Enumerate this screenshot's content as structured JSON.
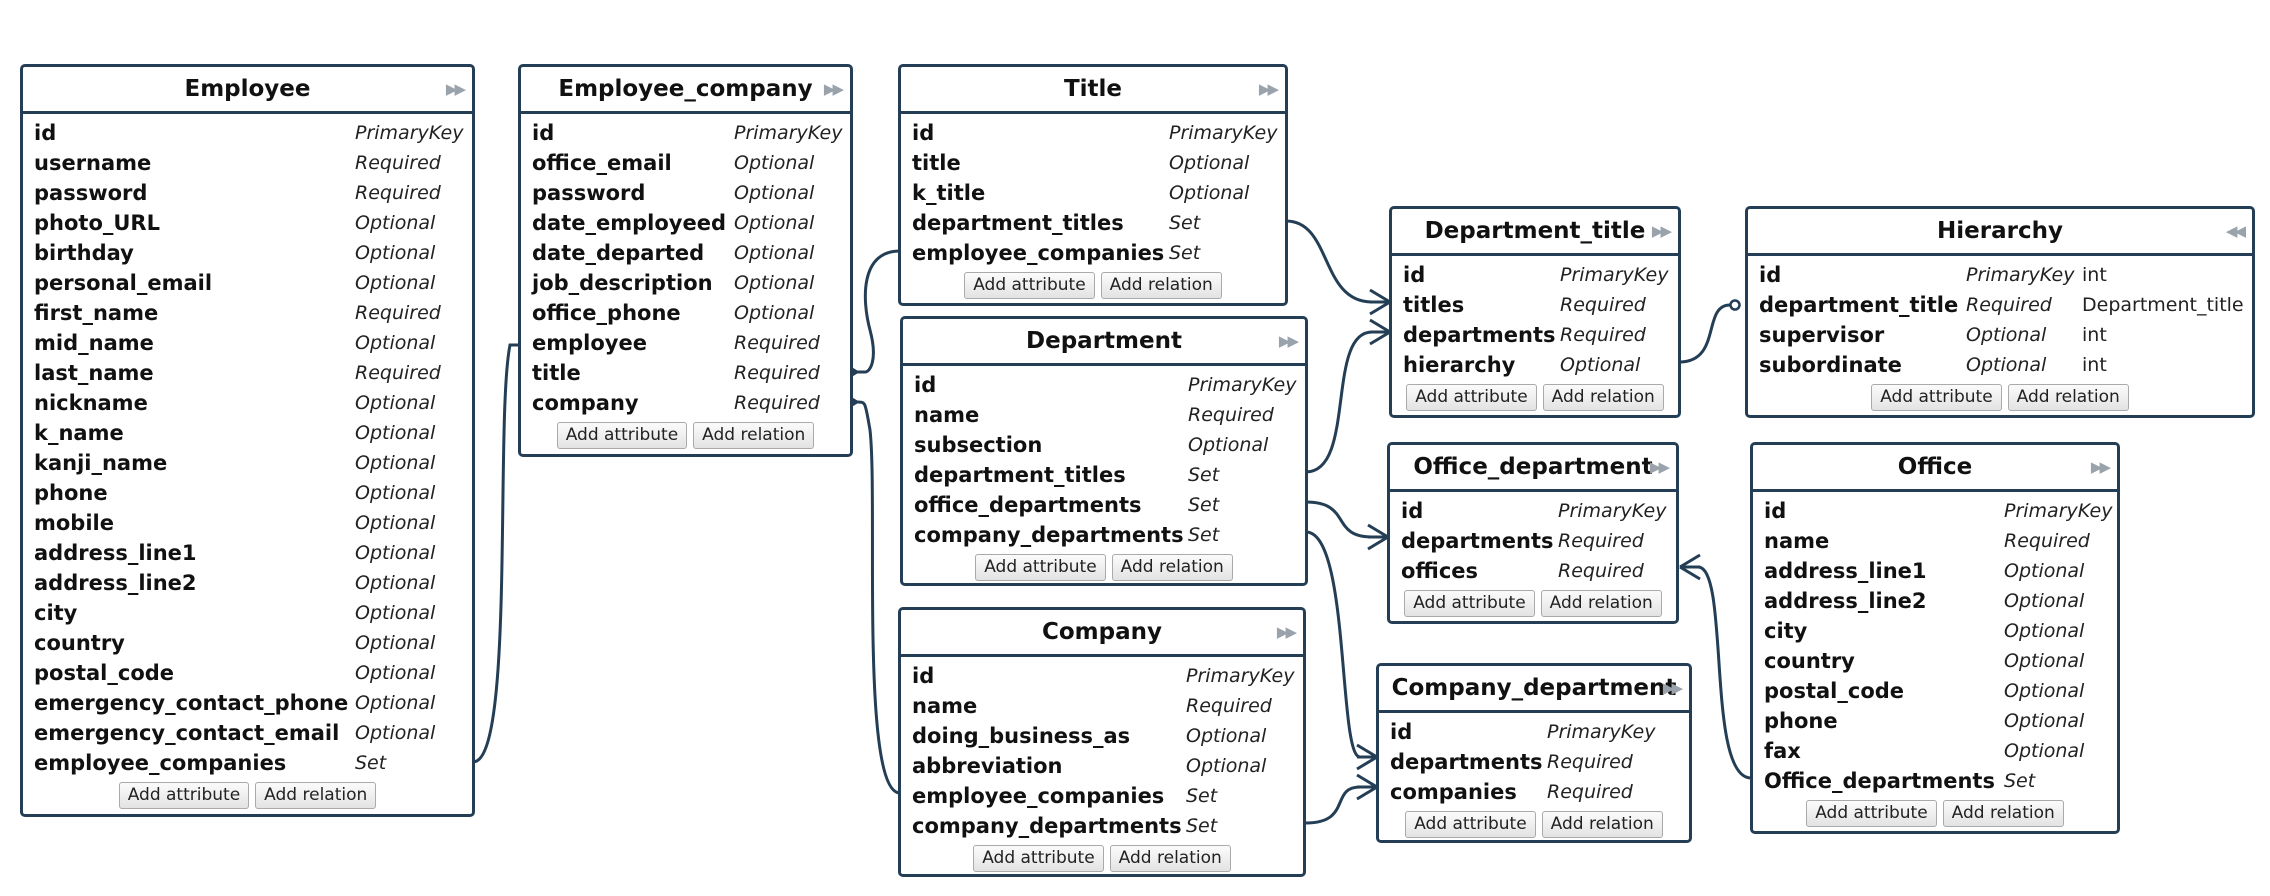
{
  "entities": {
    "employee": {
      "name": "Employee",
      "collapse_icon": "collapse-right-icon",
      "attributes": [
        {
          "name": "id",
          "type": "PrimaryKey"
        },
        {
          "name": "username",
          "type": "Required"
        },
        {
          "name": "password",
          "type": "Required"
        },
        {
          "name": "photo_URL",
          "type": "Optional"
        },
        {
          "name": "birthday",
          "type": "Optional"
        },
        {
          "name": "personal_email",
          "type": "Optional"
        },
        {
          "name": "first_name",
          "type": "Required"
        },
        {
          "name": "mid_name",
          "type": "Optional"
        },
        {
          "name": "last_name",
          "type": "Required"
        },
        {
          "name": "nickname",
          "type": "Optional"
        },
        {
          "name": "k_name",
          "type": "Optional"
        },
        {
          "name": "kanji_name",
          "type": "Optional"
        },
        {
          "name": "phone",
          "type": "Optional"
        },
        {
          "name": "mobile",
          "type": "Optional"
        },
        {
          "name": "address_line1",
          "type": "Optional"
        },
        {
          "name": "address_line2",
          "type": "Optional"
        },
        {
          "name": "city",
          "type": "Optional"
        },
        {
          "name": "country",
          "type": "Optional"
        },
        {
          "name": "postal_code",
          "type": "Optional"
        },
        {
          "name": "emergency_contact_phone",
          "type": "Optional"
        },
        {
          "name": "emergency_contact_email",
          "type": "Optional"
        },
        {
          "name": "employee_companies",
          "type": "Set"
        }
      ],
      "buttons": {
        "add_attribute": "Add attribute",
        "add_relation": "Add relation"
      }
    },
    "employee_company": {
      "name": "Employee_company",
      "collapse_icon": "collapse-right-icon",
      "attributes": [
        {
          "name": "id",
          "type": "PrimaryKey"
        },
        {
          "name": "office_email",
          "type": "Optional"
        },
        {
          "name": "password",
          "type": "Optional"
        },
        {
          "name": "date_employeed",
          "type": "Optional"
        },
        {
          "name": "date_departed",
          "type": "Optional"
        },
        {
          "name": "job_description",
          "type": "Optional"
        },
        {
          "name": "office_phone",
          "type": "Optional"
        },
        {
          "name": "employee",
          "type": "Required"
        },
        {
          "name": "title",
          "type": "Required"
        },
        {
          "name": "company",
          "type": "Required"
        }
      ],
      "buttons": {
        "add_attribute": "Add attribute",
        "add_relation": "Add relation"
      }
    },
    "title": {
      "name": "Title",
      "collapse_icon": "collapse-right-icon",
      "attributes": [
        {
          "name": "id",
          "type": "PrimaryKey"
        },
        {
          "name": "title",
          "type": "Optional"
        },
        {
          "name": "k_title",
          "type": "Optional"
        },
        {
          "name": "department_titles",
          "type": "Set"
        },
        {
          "name": "employee_companies",
          "type": "Set"
        }
      ],
      "buttons": {
        "add_attribute": "Add attribute",
        "add_relation": "Add relation"
      }
    },
    "department": {
      "name": "Department",
      "collapse_icon": "collapse-right-icon",
      "attributes": [
        {
          "name": "id",
          "type": "PrimaryKey"
        },
        {
          "name": "name",
          "type": "Required"
        },
        {
          "name": "subsection",
          "type": "Optional"
        },
        {
          "name": "department_titles",
          "type": "Set"
        },
        {
          "name": "office_departments",
          "type": "Set"
        },
        {
          "name": "company_departments",
          "type": "Set"
        }
      ],
      "buttons": {
        "add_attribute": "Add attribute",
        "add_relation": "Add relation"
      }
    },
    "company": {
      "name": "Company",
      "collapse_icon": "collapse-right-icon",
      "attributes": [
        {
          "name": "id",
          "type": "PrimaryKey"
        },
        {
          "name": "name",
          "type": "Required"
        },
        {
          "name": "doing_business_as",
          "type": "Optional"
        },
        {
          "name": "abbreviation",
          "type": "Optional"
        },
        {
          "name": "employee_companies",
          "type": "Set"
        },
        {
          "name": "company_departments",
          "type": "Set"
        }
      ],
      "buttons": {
        "add_attribute": "Add attribute",
        "add_relation": "Add relation"
      }
    },
    "department_title": {
      "name": "Department_title",
      "collapse_icon": "collapse-right-icon",
      "attributes": [
        {
          "name": "id",
          "type": "PrimaryKey"
        },
        {
          "name": "titles",
          "type": "Required"
        },
        {
          "name": "departments",
          "type": "Required"
        },
        {
          "name": "hierarchy",
          "type": "Optional"
        }
      ],
      "buttons": {
        "add_attribute": "Add attribute",
        "add_relation": "Add relation"
      }
    },
    "hierarchy": {
      "name": "Hierarchy",
      "collapse_icon": "collapse-left-icon",
      "attributes": [
        {
          "name": "id",
          "type": "PrimaryKey",
          "extra": "int"
        },
        {
          "name": "department_title",
          "type": "Required",
          "extra": "Department_title"
        },
        {
          "name": "supervisor",
          "type": "Optional",
          "extra": "int"
        },
        {
          "name": "subordinate",
          "type": "Optional",
          "extra": "int"
        }
      ],
      "buttons": {
        "add_attribute": "Add attribute",
        "add_relation": "Add relation"
      }
    },
    "office_department": {
      "name": "Office_department",
      "collapse_icon": "collapse-right-icon",
      "attributes": [
        {
          "name": "id",
          "type": "PrimaryKey"
        },
        {
          "name": "departments",
          "type": "Required"
        },
        {
          "name": "offices",
          "type": "Required"
        }
      ],
      "buttons": {
        "add_attribute": "Add attribute",
        "add_relation": "Add relation"
      }
    },
    "office": {
      "name": "Office",
      "collapse_icon": "collapse-right-icon",
      "attributes": [
        {
          "name": "id",
          "type": "PrimaryKey"
        },
        {
          "name": "name",
          "type": "Required"
        },
        {
          "name": "address_line1",
          "type": "Optional"
        },
        {
          "name": "address_line2",
          "type": "Optional"
        },
        {
          "name": "city",
          "type": "Optional"
        },
        {
          "name": "country",
          "type": "Optional"
        },
        {
          "name": "postal_code",
          "type": "Optional"
        },
        {
          "name": "phone",
          "type": "Optional"
        },
        {
          "name": "fax",
          "type": "Optional"
        },
        {
          "name": "Office_departments",
          "type": "Set"
        }
      ],
      "buttons": {
        "add_attribute": "Add attribute",
        "add_relation": "Add relation"
      }
    },
    "company_department": {
      "name": "Company_department",
      "collapse_icon": "collapse-right-icon",
      "attributes": [
        {
          "name": "id",
          "type": "PrimaryKey"
        },
        {
          "name": "departments",
          "type": "Required"
        },
        {
          "name": "companies",
          "type": "Required"
        }
      ],
      "buttons": {
        "add_attribute": "Add attribute",
        "add_relation": "Add relation"
      }
    }
  },
  "colors": {
    "border": "#233e55",
    "edge": "#233e55",
    "background": "#ffffff"
  }
}
